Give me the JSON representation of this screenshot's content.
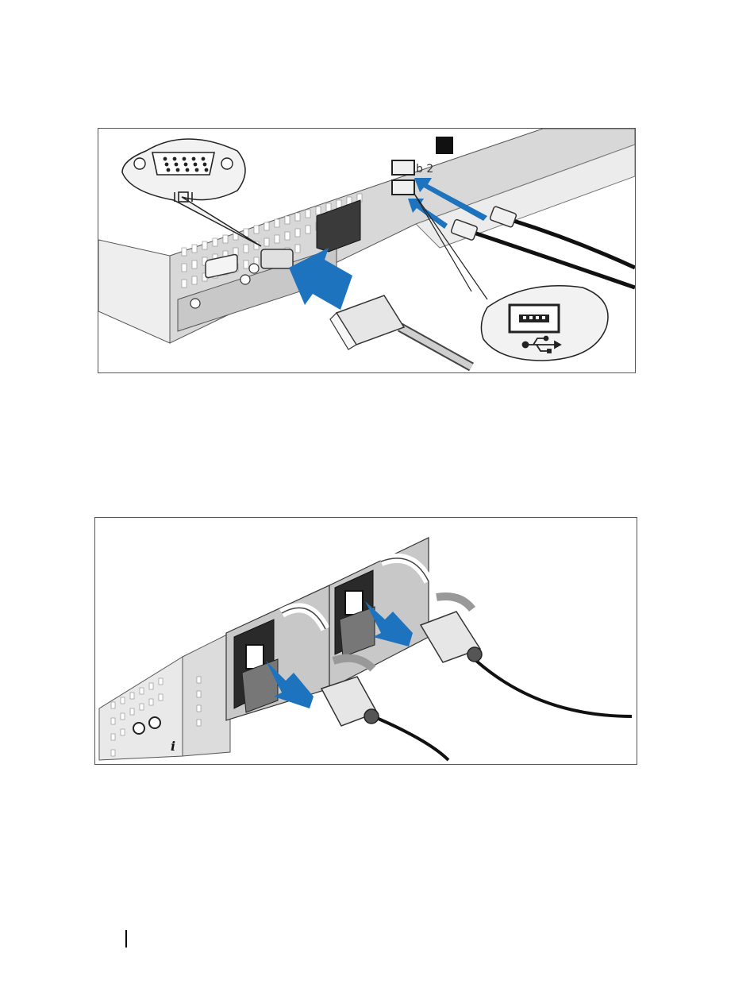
{
  "figures": [
    {
      "id": "video-usb-connection",
      "icons": [
        "vga-port-icon",
        "monitor-symbol-icon",
        "usb-port-icon",
        "usb-symbol-icon",
        "insert-arrow-icon"
      ],
      "port_label": "b 2",
      "accent_color": "#1e73be"
    },
    {
      "id": "power-connection",
      "icons": [
        "power-supply-icon",
        "power-cord-icon",
        "insert-arrow-icon",
        "info-icon"
      ],
      "info_glyph": "i",
      "accent_color": "#1e73be"
    }
  ]
}
